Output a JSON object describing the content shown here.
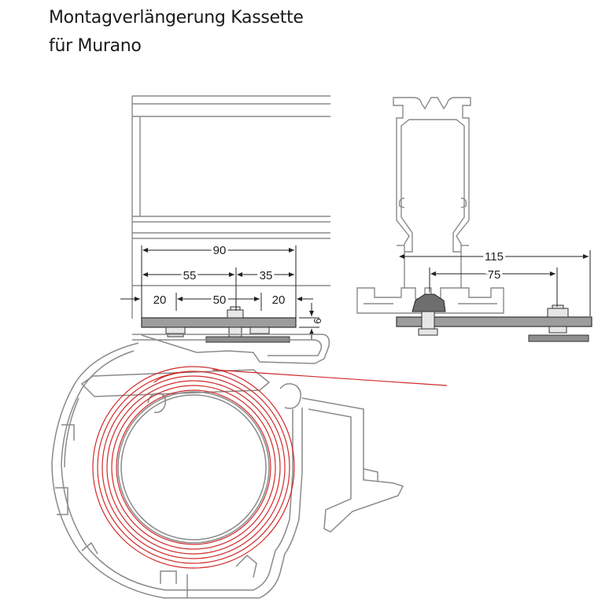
{
  "title": {
    "line1": "Montagverlängerung Kassette",
    "line2": "für Murano"
  },
  "dimensions": {
    "left": {
      "total": "90",
      "left_part": "55",
      "right_part": "35",
      "seg_a": "20",
      "seg_b": "50",
      "seg_c": "20",
      "thickness": "6"
    },
    "right": {
      "total": "115",
      "inner": "75"
    }
  },
  "colors": {
    "line": "#888888",
    "plate": "#9a9a9a",
    "spring": "#d22a2a",
    "dim": "#222222"
  }
}
